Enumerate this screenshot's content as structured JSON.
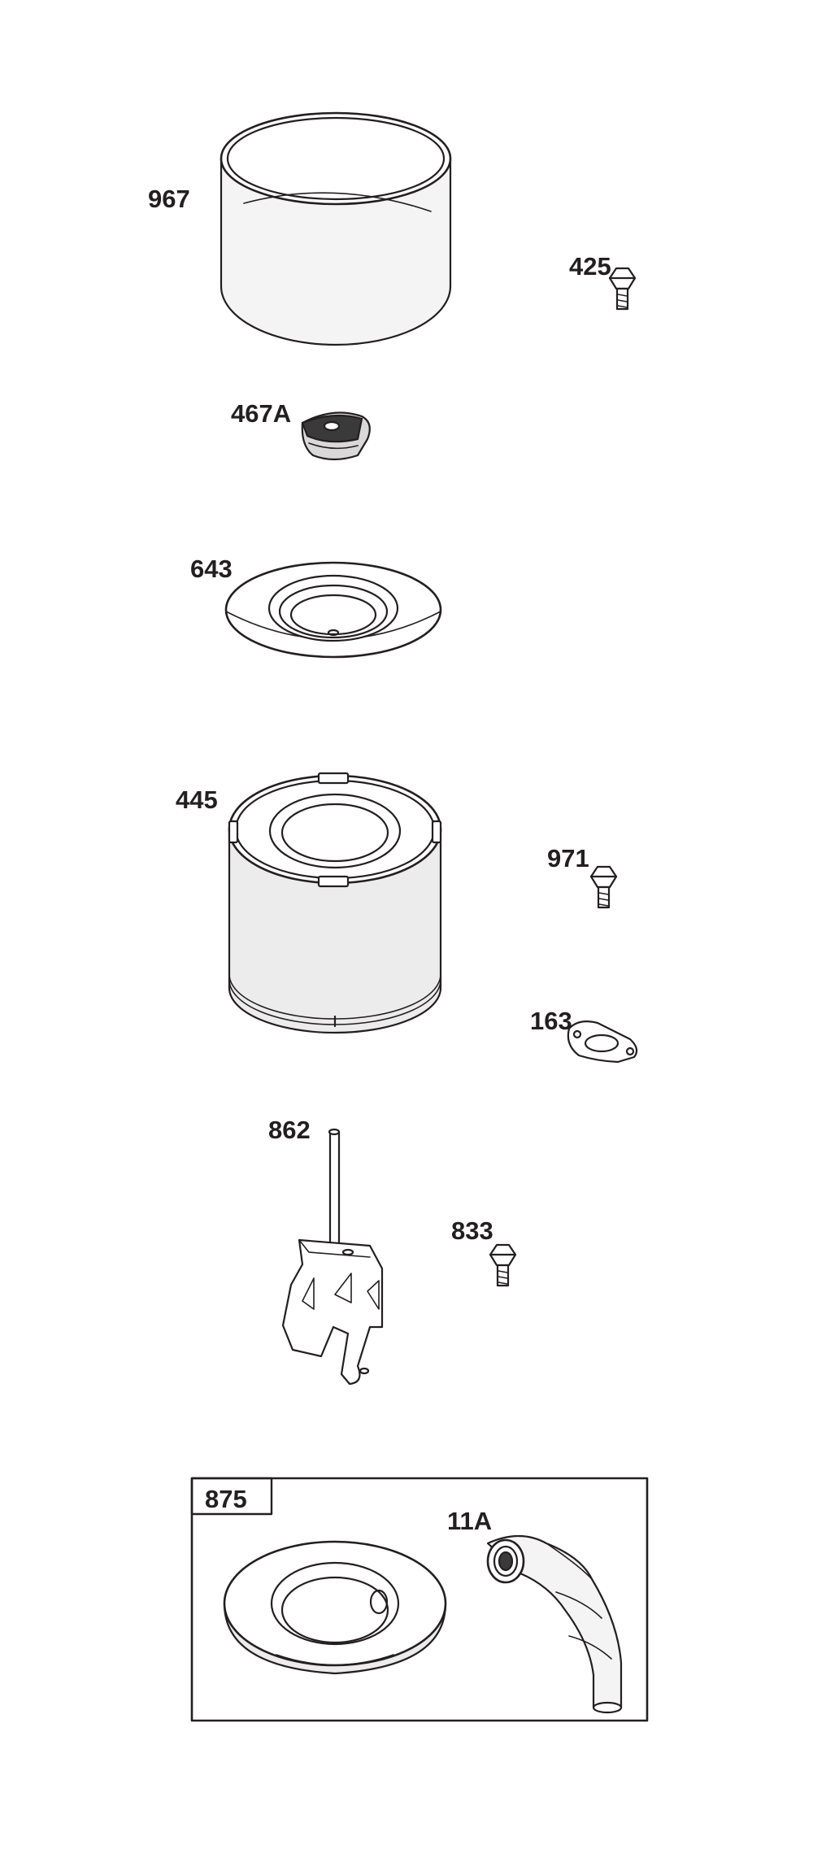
{
  "parts": {
    "p967": "967",
    "p425": "425",
    "p467A": "467A",
    "p643": "643",
    "p445": "445",
    "p971": "971",
    "p163": "163",
    "p862": "862",
    "p833": "833",
    "p11A": "11A",
    "p875": "875"
  },
  "colors": {
    "line": "#231f20",
    "background": "#ffffff",
    "shade": "#e6e6e6"
  }
}
